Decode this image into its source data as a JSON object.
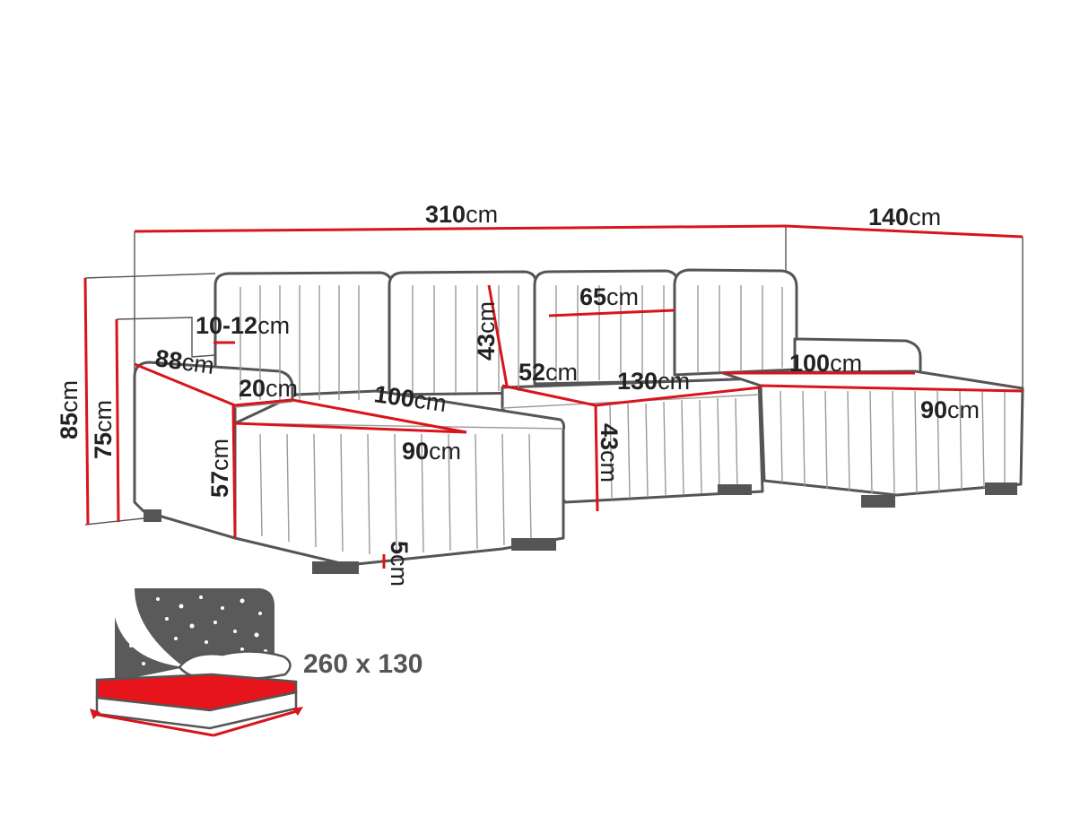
{
  "dimensions": {
    "width_total": {
      "num": "310",
      "unit": "cm"
    },
    "depth_right": {
      "num": "140",
      "unit": "cm"
    },
    "height_total": {
      "num": "85",
      "unit": "cm"
    },
    "height_arm": {
      "num": "75",
      "unit": "cm"
    },
    "arm_width": {
      "num": "10-12",
      "unit": "cm"
    },
    "left_depth": {
      "num": "88",
      "unit": "cm"
    },
    "arm_thickness": {
      "num": "20",
      "unit": "cm"
    },
    "left_seat_length": {
      "num": "100",
      "unit": "cm"
    },
    "left_seat_width": {
      "num": "90",
      "unit": "cm"
    },
    "left_front_height": {
      "num": "57",
      "unit": "cm"
    },
    "leg_height": {
      "num": "5",
      "unit": "cm"
    },
    "back_height": {
      "num": "43",
      "unit": "cm"
    },
    "cushion_width": {
      "num": "65",
      "unit": "cm"
    },
    "seat_depth": {
      "num": "52",
      "unit": "cm"
    },
    "middle_length": {
      "num": "130",
      "unit": "cm"
    },
    "seat_height": {
      "num": "43",
      "unit": "cm"
    },
    "right_seat_length": {
      "num": "100",
      "unit": "cm"
    },
    "right_seat_width": {
      "num": "90",
      "unit": "cm"
    }
  },
  "bed": {
    "size_text": "260 x 130"
  },
  "colors": {
    "dimension_line": "#d8141c",
    "outline": "#555555",
    "mattress": "#e8141c",
    "night_sky": "#5a5a5a"
  }
}
